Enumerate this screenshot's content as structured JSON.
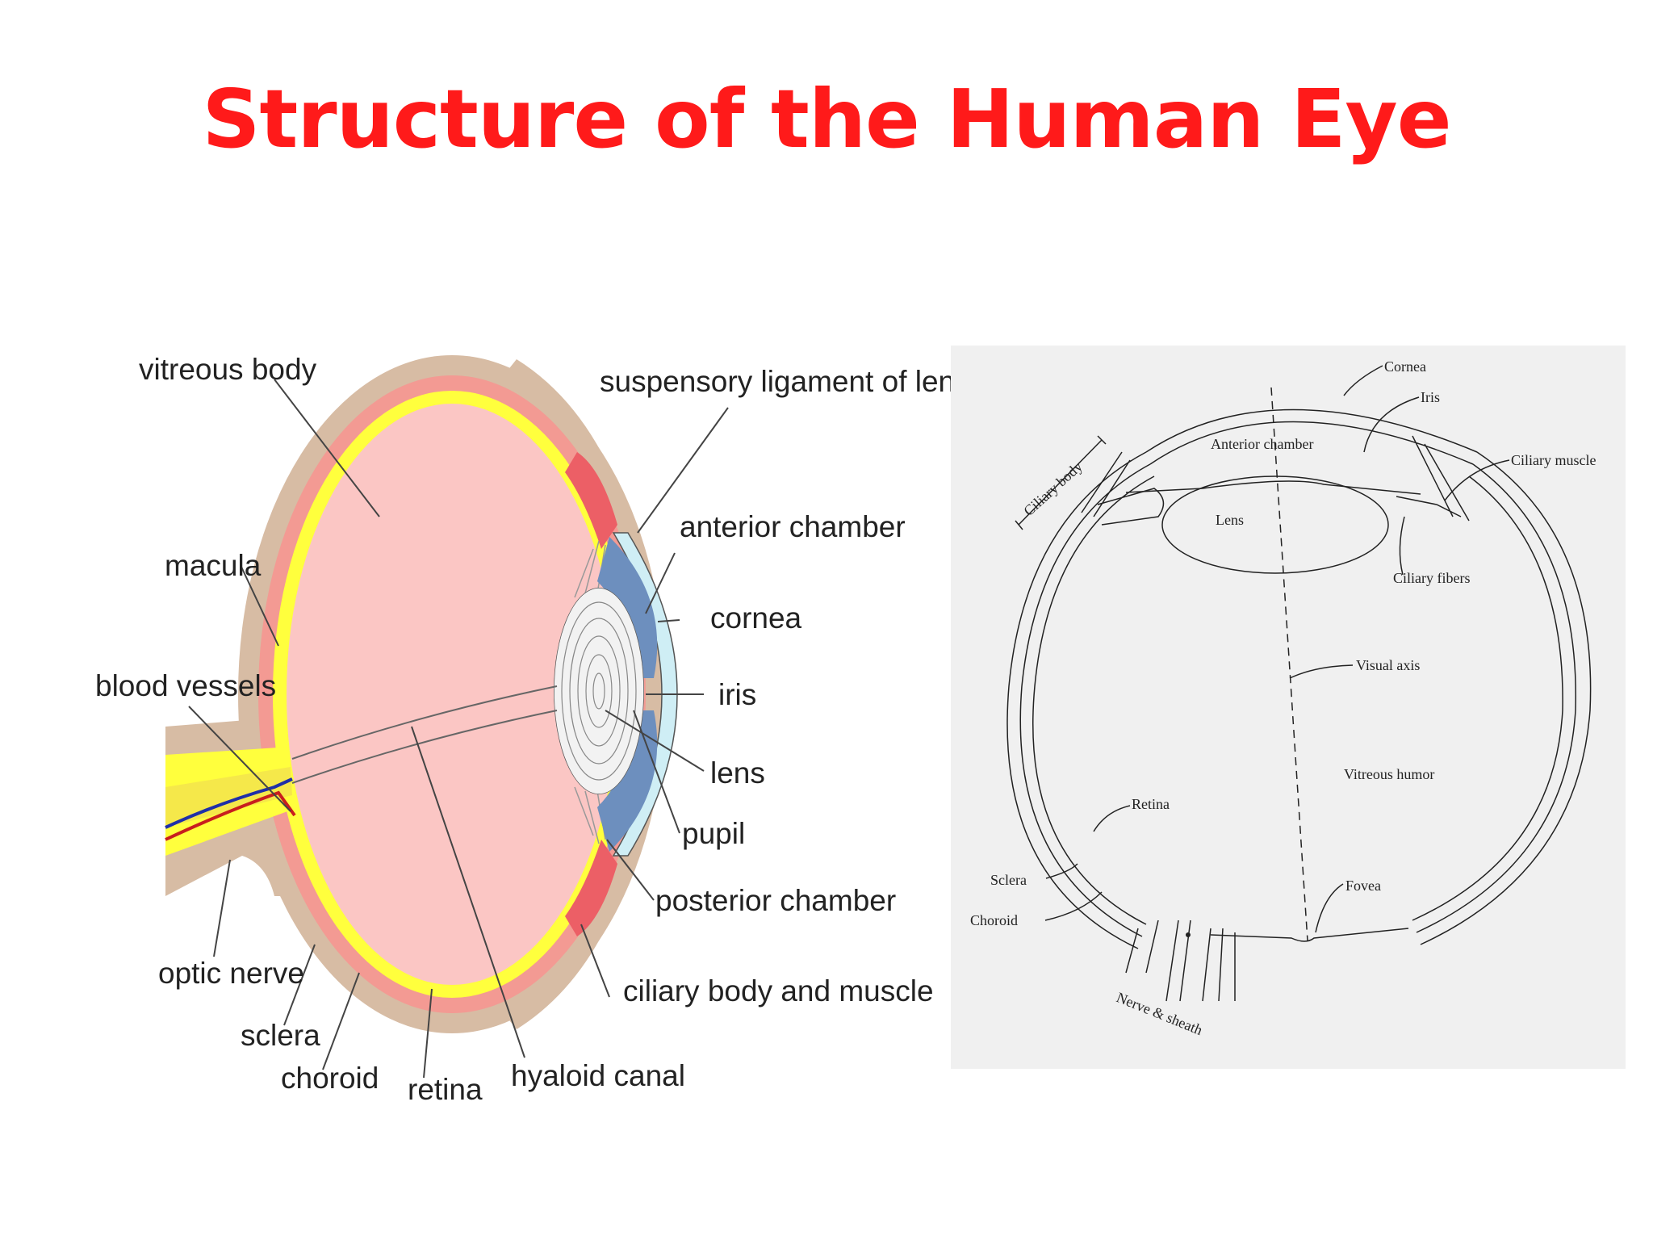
{
  "title": "Structure of the Human Eye",
  "colors": {
    "title": "#ff1a1a",
    "vitreous": "#fbc6c4",
    "sclera": "#d7bca4",
    "choroid": "#f39a93",
    "retina": "#ffff3d",
    "iris": "#6d8fbe",
    "cornea": "#cfeef5",
    "ciliary": "#ec5f66",
    "lens": "#f2f2f2",
    "right_panel_bg": "#f0f0f0"
  },
  "left_diagram": {
    "labels": {
      "vitreous_body": "vitreous body",
      "suspensory_ligament": "suspensory ligament of lens",
      "macula": "macula",
      "anterior_chamber": "anterior chamber",
      "cornea": "cornea",
      "blood_vessels": "blood vessels",
      "iris": "iris",
      "lens": "lens",
      "pupil": "pupil",
      "posterior_chamber": "posterior chamber",
      "optic_nerve": "optic nerve",
      "ciliary_body_muscle": "ciliary body and muscle",
      "sclera": "sclera",
      "choroid": "choroid",
      "retina": "retina",
      "hyaloid_canal": "hyaloid canal"
    }
  },
  "right_diagram": {
    "labels": {
      "cornea": "Cornea",
      "iris": "Iris",
      "ciliary_body": "Ciliary body",
      "anterior_chamber": "Anterior chamber",
      "ciliary_muscle": "Ciliary muscle",
      "lens": "Lens",
      "ciliary_fibers": "Ciliary fibers",
      "visual_axis": "Visual axis",
      "vitreous_humor": "Vitreous humor",
      "retina": "Retina",
      "sclera": "Sclera",
      "fovea": "Fovea",
      "choroid": "Choroid",
      "nerve_sheath": "Nerve & sheath"
    }
  }
}
